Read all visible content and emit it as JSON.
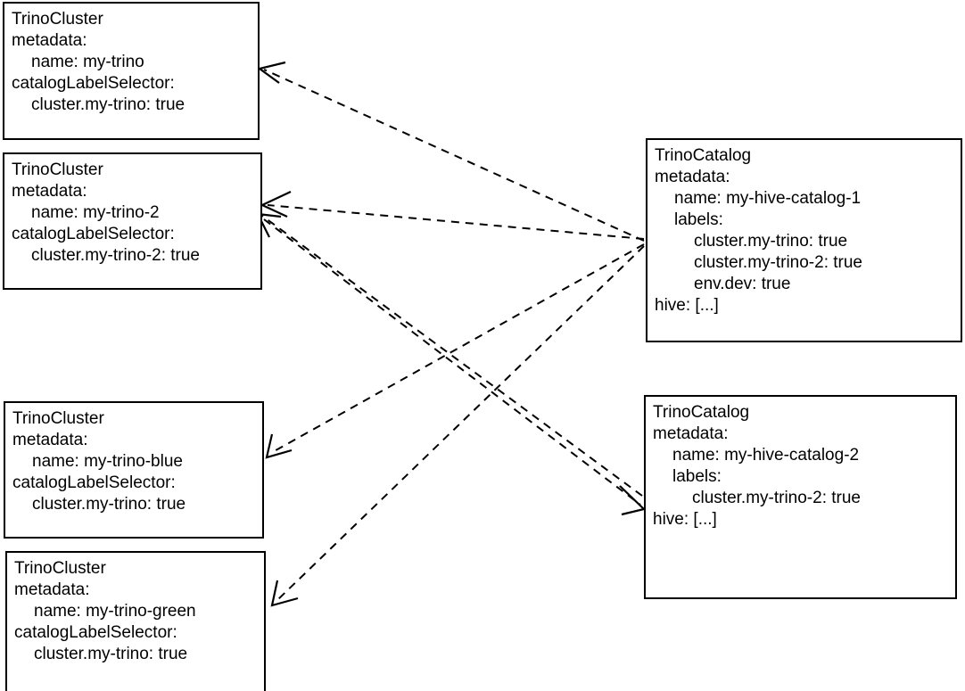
{
  "diagram": {
    "title": "TrinoCluster to TrinoCatalog label selector matching",
    "type": "relationship-diagram",
    "background_color": "#ffffff",
    "line_color": "#000000",
    "edge_style": "dashed-arrow"
  },
  "nodes": [
    {
      "id": "cluster-my-trino",
      "kind": "TrinoCluster",
      "lines": [
        {
          "text": "TrinoCluster",
          "indent": 0
        },
        {
          "text": "metadata:",
          "indent": 0
        },
        {
          "text": "name: my-trino",
          "indent": 1
        },
        {
          "text": "catalogLabelSelector:",
          "indent": 0
        },
        {
          "text": "cluster.my-trino: true",
          "indent": 1
        }
      ]
    },
    {
      "id": "cluster-my-trino-2",
      "kind": "TrinoCluster",
      "lines": [
        {
          "text": "TrinoCluster",
          "indent": 0
        },
        {
          "text": "metadata:",
          "indent": 0
        },
        {
          "text": "name: my-trino-2",
          "indent": 1
        },
        {
          "text": "catalogLabelSelector:",
          "indent": 0
        },
        {
          "text": "cluster.my-trino-2: true",
          "indent": 1
        }
      ]
    },
    {
      "id": "cluster-my-trino-blue",
      "kind": "TrinoCluster",
      "lines": [
        {
          "text": "TrinoCluster",
          "indent": 0
        },
        {
          "text": "metadata:",
          "indent": 0
        },
        {
          "text": "name: my-trino-blue",
          "indent": 1
        },
        {
          "text": "catalogLabelSelector:",
          "indent": 0
        },
        {
          "text": "cluster.my-trino: true",
          "indent": 1
        }
      ]
    },
    {
      "id": "cluster-my-trino-green",
      "kind": "TrinoCluster",
      "lines": [
        {
          "text": "TrinoCluster",
          "indent": 0
        },
        {
          "text": "metadata:",
          "indent": 0
        },
        {
          "text": "name: my-trino-green",
          "indent": 1
        },
        {
          "text": "catalogLabelSelector:",
          "indent": 0
        },
        {
          "text": "cluster.my-trino: true",
          "indent": 1
        }
      ]
    },
    {
      "id": "catalog-my-hive-catalog-1",
      "kind": "TrinoCatalog",
      "lines": [
        {
          "text": "TrinoCatalog",
          "indent": 0
        },
        {
          "text": "metadata:",
          "indent": 0
        },
        {
          "text": "name: my-hive-catalog-1",
          "indent": 1
        },
        {
          "text": "labels:",
          "indent": 1
        },
        {
          "text": "cluster.my-trino: true",
          "indent": 2
        },
        {
          "text": "cluster.my-trino-2: true",
          "indent": 2
        },
        {
          "text": "env.dev: true",
          "indent": 2
        },
        {
          "text": "hive: [...]",
          "indent": 0
        }
      ]
    },
    {
      "id": "catalog-my-hive-catalog-2",
      "kind": "TrinoCatalog",
      "lines": [
        {
          "text": "TrinoCatalog",
          "indent": 0
        },
        {
          "text": "metadata:",
          "indent": 0
        },
        {
          "text": "name: my-hive-catalog-2",
          "indent": 1
        },
        {
          "text": "labels:",
          "indent": 1
        },
        {
          "text": "cluster.my-trino-2: true",
          "indent": 2
        },
        {
          "text": "hive: [...]",
          "indent": 0
        }
      ]
    }
  ],
  "edges": [
    {
      "id": "edge-1",
      "from": "catalog-my-hive-catalog-1",
      "to": "cluster-my-trino"
    },
    {
      "id": "edge-2",
      "from": "catalog-my-hive-catalog-1",
      "to": "cluster-my-trino-2"
    },
    {
      "id": "edge-3",
      "from": "catalog-my-hive-catalog-2",
      "to": "cluster-my-trino-2"
    },
    {
      "id": "edge-4",
      "from": "catalog-my-hive-catalog-1",
      "to": "cluster-my-trino-blue"
    },
    {
      "id": "edge-5",
      "from": "catalog-my-hive-catalog-1",
      "to": "cluster-my-trino-green"
    },
    {
      "id": "edge-6",
      "from": "cluster-my-trino-2",
      "to": "catalog-my-hive-catalog-2"
    }
  ]
}
